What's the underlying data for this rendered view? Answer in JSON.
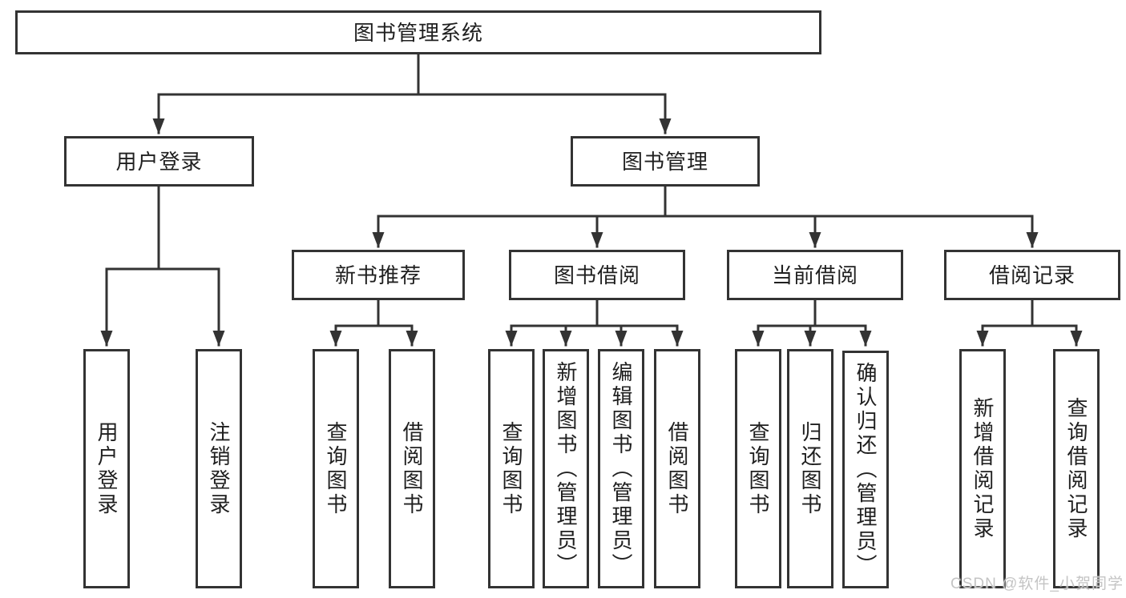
{
  "diagram": {
    "root": {
      "label": "图书管理系统"
    },
    "level2": [
      {
        "label": "用户登录",
        "children": [
          "用户登录",
          "注销登录"
        ]
      },
      {
        "label": "图书管理",
        "children": [
          {
            "label": "新书推荐",
            "children": [
              "查询图书",
              "借阅图书"
            ]
          },
          {
            "label": "图书借阅",
            "children": [
              "查询图书",
              "新增图书（管理员）",
              "编辑图书（管理员）",
              "借阅图书"
            ]
          },
          {
            "label": "当前借阅",
            "children": [
              "查询图书",
              "归还图书",
              "确认归还（管理员）"
            ]
          },
          {
            "label": "借阅记录",
            "children": [
              "新增借阅记录",
              "查询借阅记录"
            ]
          }
        ]
      }
    ],
    "watermark": "CSDN @软件_小贺同学",
    "colors": {
      "line": "#333333",
      "text": "#1f1f1f",
      "node_fill": "#ffffff",
      "background": "#ffffff",
      "watermark": "#c4c4c4"
    }
  }
}
